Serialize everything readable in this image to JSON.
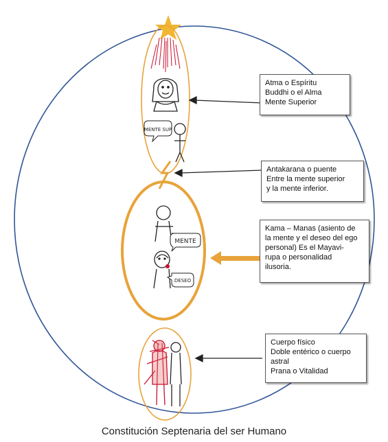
{
  "diagram": {
    "caption": "Constitución Septenaria del ser Humano",
    "upper_label": [
      "Atma o Espíritu",
      "Buddhi o el Alma",
      "Mente Superior"
    ],
    "bridge_label": [
      "Antakarana o puente",
      "Entre la mente superior",
      "y la mente inferior."
    ],
    "middle_label": [
      "Kama – Manas (asiento de",
      "la mente y el deseo del ego",
      "personal) Es el Mayavi-",
      "rupa o personalidad",
      "ilusoria."
    ],
    "lower_label": [
      "Cuerpo físico",
      "Doble entérico o cuerpo",
      "astral",
      "Prana o Vitalidad"
    ],
    "speech_upper": "MENTE SUP",
    "speech_mid": "MENTE",
    "speech_low": "DESEO",
    "colors": {
      "orange": "#E8A33A",
      "blue": "#2F5596",
      "red": "#C8102E",
      "star": "#F2B632"
    }
  }
}
